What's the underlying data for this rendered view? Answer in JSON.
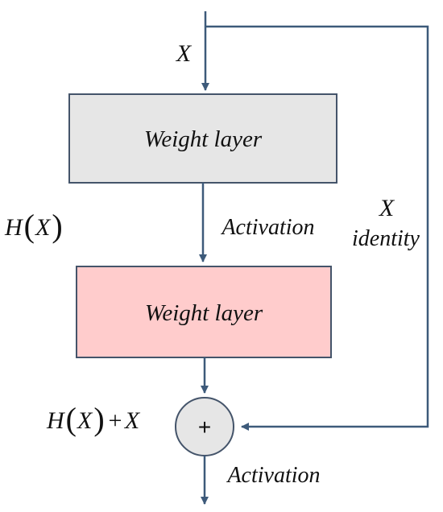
{
  "input": {
    "label": "X"
  },
  "layer1": {
    "label": "Weight layer",
    "fill": "#e6e6e6"
  },
  "activation1": {
    "label": "Activation"
  },
  "layer2": {
    "label": "Weight layer",
    "fill": "#ffcccc"
  },
  "mid_output": {
    "func": "H",
    "arg": "X"
  },
  "identity": {
    "var": "X",
    "label": "identity"
  },
  "sum_output": {
    "func": "H",
    "arg": "X",
    "plus": "+",
    "var": "X"
  },
  "sum_node": {
    "symbol": "+",
    "fill": "#e6e6e6"
  },
  "activation2": {
    "label": "Activation"
  },
  "colors": {
    "line": "#3d5a7a",
    "box_border": "#44546a"
  }
}
